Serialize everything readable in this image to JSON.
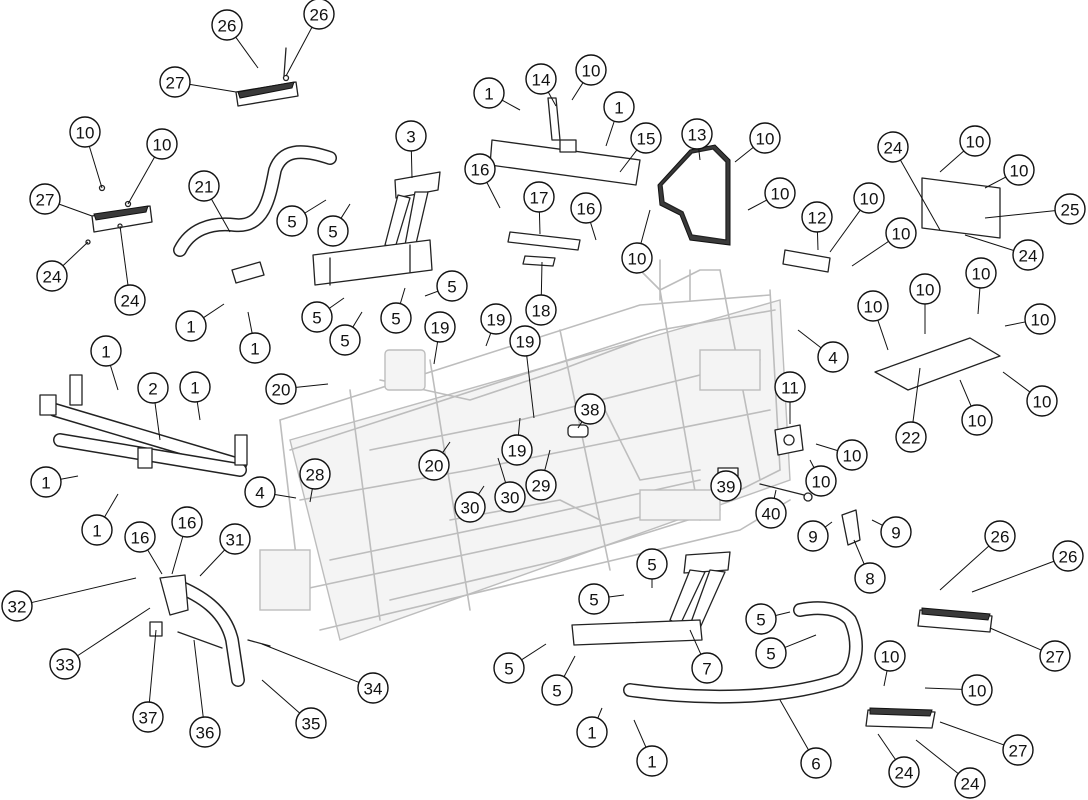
{
  "callouts": [
    {
      "label": "26"
    },
    {
      "label": "26"
    },
    {
      "label": "27"
    },
    {
      "label": "10"
    },
    {
      "label": "10"
    },
    {
      "label": "27"
    },
    {
      "label": "24"
    },
    {
      "label": "24"
    },
    {
      "label": "21"
    },
    {
      "label": "5"
    },
    {
      "label": "5"
    },
    {
      "label": "3"
    },
    {
      "label": "5"
    },
    {
      "label": "5"
    },
    {
      "label": "5"
    },
    {
      "label": "5"
    },
    {
      "label": "1"
    },
    {
      "label": "1"
    },
    {
      "label": "14"
    },
    {
      "label": "10"
    },
    {
      "label": "1"
    },
    {
      "label": "1"
    },
    {
      "label": "15"
    },
    {
      "label": "13"
    },
    {
      "label": "10"
    },
    {
      "label": "10"
    },
    {
      "label": "10"
    },
    {
      "label": "16"
    },
    {
      "label": "17"
    },
    {
      "label": "16"
    },
    {
      "label": "18"
    },
    {
      "label": "12"
    },
    {
      "label": "10"
    },
    {
      "label": "10"
    },
    {
      "label": "24"
    },
    {
      "label": "10"
    },
    {
      "label": "10"
    },
    {
      "label": "25"
    },
    {
      "label": "24"
    },
    {
      "label": "10"
    },
    {
      "label": "10"
    },
    {
      "label": "10"
    },
    {
      "label": "10"
    },
    {
      "label": "10"
    },
    {
      "label": "10"
    },
    {
      "label": "22"
    },
    {
      "label": "4"
    },
    {
      "label": "1"
    },
    {
      "label": "2"
    },
    {
      "label": "1"
    },
    {
      "label": "1"
    },
    {
      "label": "1"
    },
    {
      "label": "19"
    },
    {
      "label": "19"
    },
    {
      "label": "19"
    },
    {
      "label": "20"
    },
    {
      "label": "38"
    },
    {
      "label": "19"
    },
    {
      "label": "20"
    },
    {
      "label": "4"
    },
    {
      "label": "28"
    },
    {
      "label": "29"
    },
    {
      "label": "30"
    },
    {
      "label": "30"
    },
    {
      "label": "11"
    },
    {
      "label": "10"
    },
    {
      "label": "10"
    },
    {
      "label": "39"
    },
    {
      "label": "40"
    },
    {
      "label": "9"
    },
    {
      "label": "9"
    },
    {
      "label": "8"
    },
    {
      "label": "16"
    },
    {
      "label": "16"
    },
    {
      "label": "31"
    },
    {
      "label": "32"
    },
    {
      "label": "33"
    },
    {
      "label": "37"
    },
    {
      "label": "36"
    },
    {
      "label": "34"
    },
    {
      "label": "35"
    },
    {
      "label": "5"
    },
    {
      "label": "5"
    },
    {
      "label": "5"
    },
    {
      "label": "5"
    },
    {
      "label": "7"
    },
    {
      "label": "5"
    },
    {
      "label": "5"
    },
    {
      "label": "6"
    },
    {
      "label": "1"
    },
    {
      "label": "1"
    },
    {
      "label": "26"
    },
    {
      "label": "26"
    },
    {
      "label": "27"
    },
    {
      "label": "10"
    },
    {
      "label": "10"
    },
    {
      "label": "27"
    },
    {
      "label": "24"
    },
    {
      "label": "24"
    }
  ]
}
